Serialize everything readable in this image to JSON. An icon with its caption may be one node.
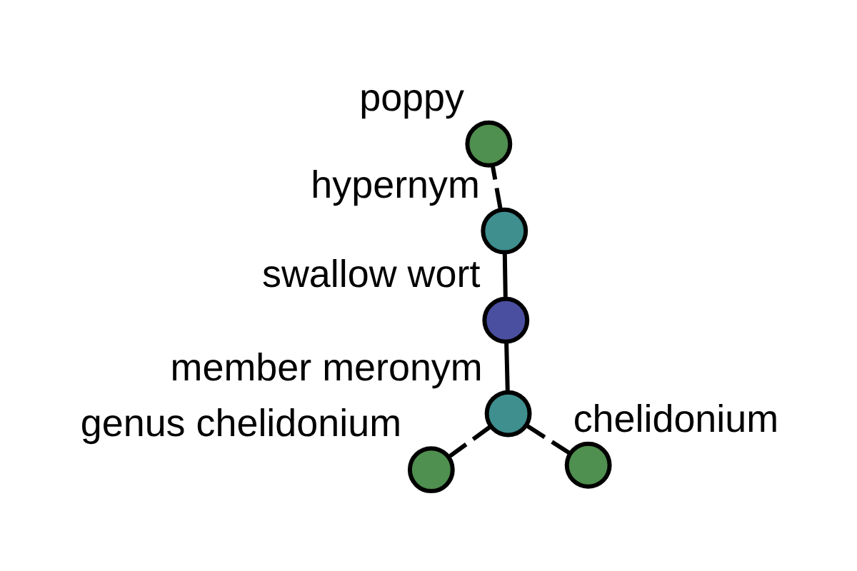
{
  "diagram": {
    "nodes": [
      {
        "text": [
          "genus chelidonium"
        ]
      },
      {
        "text": [
          "chelidonium"
        ]
      },
      {
        "text": [
          "member meronym"
        ]
      },
      {
        "text": [
          "swallow wort"
        ]
      },
      {
        "text": [
          "hypernym"
        ]
      },
      {
        "text": [
          "poppy"
        ]
      }
    ],
    "edges": [
      {
        "from": 2,
        "to": 0,
        "arrow": "none",
        "style": "dashed"
      },
      {
        "from": 2,
        "to": 1,
        "arrow": "none",
        "style": "dashed"
      },
      {
        "from": 3,
        "to": 2,
        "arrow": "none"
      },
      {
        "from": 3,
        "to": 4,
        "arrow": "none"
      },
      {
        "from": 4,
        "to": 5,
        "arrow": "none",
        "style": "dashed"
      }
    ]
  }
}
